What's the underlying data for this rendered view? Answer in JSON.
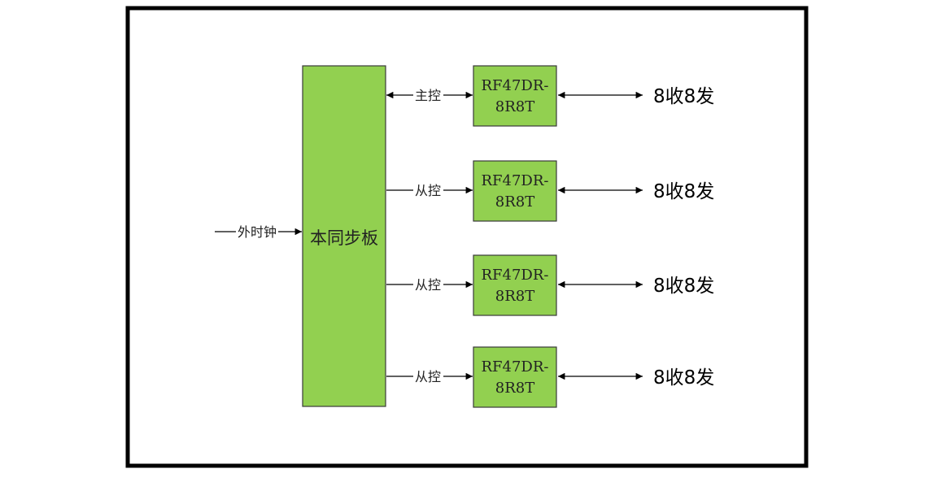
{
  "colors": {
    "block_fill": "#92D050",
    "frame": "#000000"
  },
  "external_clock_label": "外时钟",
  "sync_board_label": "本同步板",
  "channels": [
    {
      "link_label": "主控",
      "module_line1": "RF47DR-",
      "module_line2": "8R8T",
      "output_label": "8收8发",
      "bidirectional": true
    },
    {
      "link_label": "从控",
      "module_line1": "RF47DR-",
      "module_line2": "8R8T",
      "output_label": "8收8发",
      "bidirectional": false
    },
    {
      "link_label": "从控",
      "module_line1": "RF47DR-",
      "module_line2": "8R8T",
      "output_label": "8收8发",
      "bidirectional": false
    },
    {
      "link_label": "从控",
      "module_line1": "RF47DR-",
      "module_line2": "8R8T",
      "output_label": "8收8发",
      "bidirectional": false
    }
  ]
}
